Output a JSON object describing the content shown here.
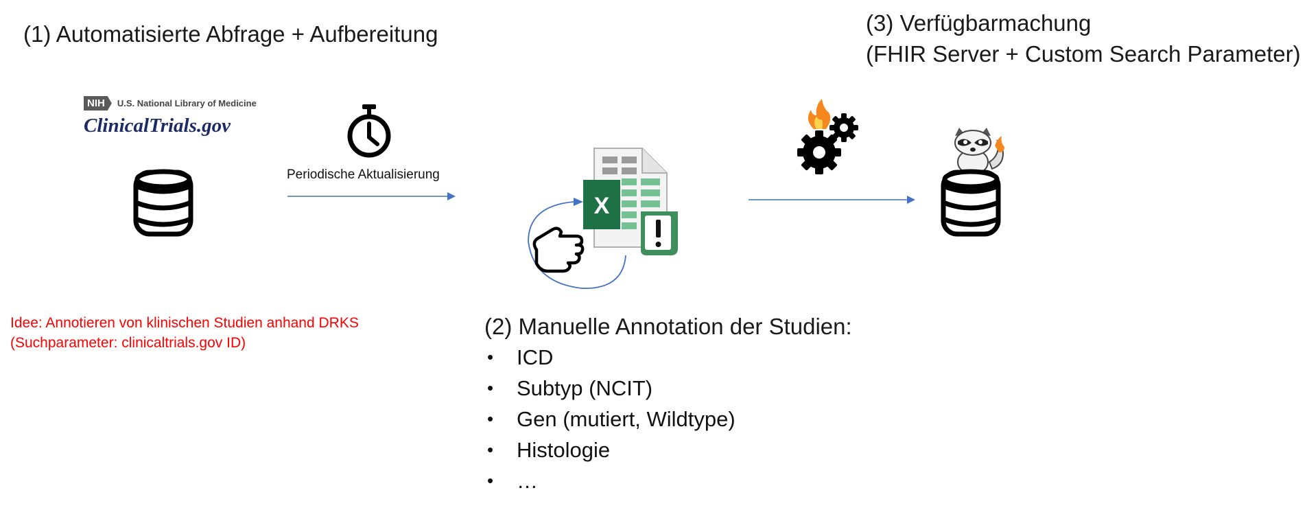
{
  "step1": {
    "title": "(1) Automatisierte Abfrage + Aufbereitung"
  },
  "source": {
    "nih_badge": "NIH",
    "nih_name": "U.S. National Library of Medicine",
    "site_logo": "ClinicalTrials.gov",
    "icon": "database-icon"
  },
  "update": {
    "label": "Periodische Aktualisierung",
    "icon": "stopwatch-icon"
  },
  "step2": {
    "title": "(2) Manuelle Annotation der Studien:",
    "items": [
      "ICD",
      "Subtyp (NCIT)",
      "Gen (mutiert, Wildtype)",
      "Histologie",
      "…"
    ]
  },
  "step3": {
    "title_line1": "(3) Verfügbarmachung",
    "title_line2": "(FHIR Server + Custom Search Parameter)"
  },
  "note": {
    "line1": "Idee: Annotieren von klinischen Studien anhand DRKS",
    "line2": "(Suchparameter: clinicaltrials.gov ID)"
  },
  "colors": {
    "arrow": "#4472c4",
    "note": "#ff0000",
    "excel_green": "#1e7145",
    "fire": "#f5871f"
  }
}
